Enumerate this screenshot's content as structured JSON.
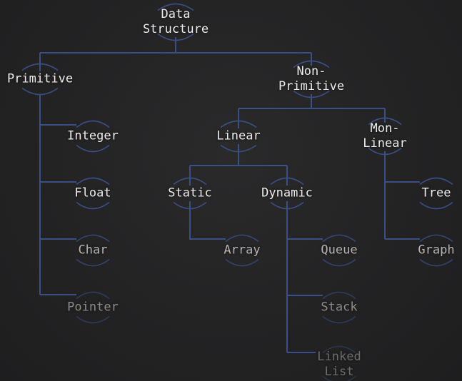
{
  "diagram": {
    "line_color": "#3a4f86",
    "text_color": "#ececec",
    "background": "#232324",
    "nodes": {
      "root": "Data\nStructure",
      "primitive": "Primitive",
      "integer": "Integer",
      "float": "Float",
      "char": "Char",
      "pointer": "Pointer",
      "non_primitive": "Non-\nPrimitive",
      "linear": "Linear",
      "non_linear": "Mon-\nLinear",
      "static": "Static",
      "dynamic": "Dynamic",
      "array": "Array",
      "queue": "Queue",
      "stack": "Stack",
      "linked_list": "Linked\nList",
      "tree": "Tree",
      "graph": "Graph"
    }
  }
}
